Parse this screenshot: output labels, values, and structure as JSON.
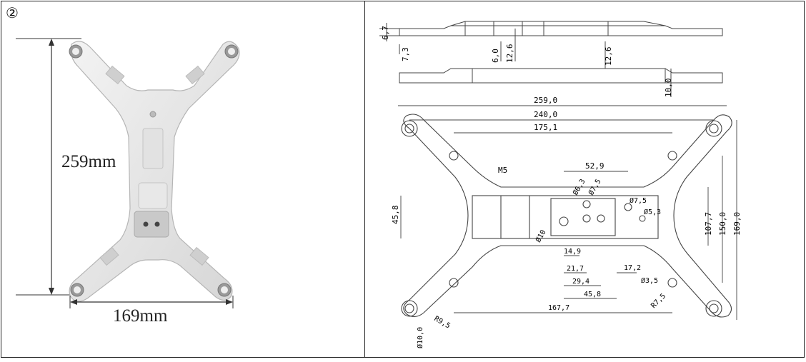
{
  "figure": {
    "marker": "②",
    "photo": {
      "height_label": "259mm",
      "width_label": "169mm"
    },
    "drawing": {
      "side_view_dims": [
        "6,7",
        "7,3",
        "6,0",
        "12,6",
        "12,6",
        "10,0"
      ],
      "overall_width": "259,0",
      "hole_span": "240,0",
      "inner_span": "175,1",
      "center_span": "52,9",
      "thread_label": "M5",
      "plate_height": "45,8",
      "dia_6_3": "Ø6,3",
      "dia_7_5_a": "Ø7,5",
      "dia_7_5_b": "Ø7,5",
      "dia_5_3": "Ø5,3",
      "dia_10": "Ø10",
      "h_14_9": "14,9",
      "h_21_7": "21,7",
      "h_29_4": "29,4",
      "h_45_8": "45,8",
      "h_17_2": "17,2",
      "dia_3_5": "Ø3,5",
      "h_167_7": "167,7",
      "r_7_5": "R7,5",
      "r_9_5": "R9,5",
      "dia_10_0": "Ø10,0",
      "v_107_7": "107,7",
      "v_150_0": "150,0",
      "v_169_0": "169,0"
    }
  }
}
